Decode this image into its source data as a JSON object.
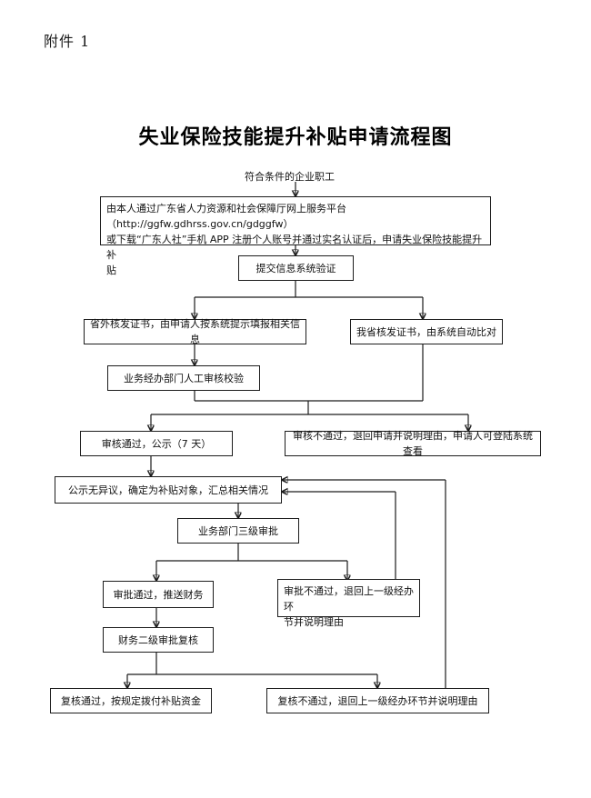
{
  "document": {
    "attachment_label": "附件 1",
    "title": "失业保险技能提升补贴申请流程图"
  },
  "flow": {
    "start_text": "符合条件的企业职工",
    "nodes": {
      "apply": {
        "line1": "由本人通过广东省人力资源和社会保障厅网上服务平台（http://ggfw.gdhrss.gov.cn/gdggfw）",
        "line2": "或下载“广东人社”手机 APP 注册个人账号并通过实名认证后，申请失业保险技能提升补",
        "line3": "贴"
      },
      "submit_verify": "提交信息系统验证",
      "out_province": "省外核发证书，由申请人按系统提示填报相关信息",
      "in_province": "我省核发证书，由系统自动比对",
      "manual_check": "业务经办部门人工审核校验",
      "review_pass": "审核通过，公示（7 天）",
      "review_fail": "审核不通过，退回申请并说明理由，申请人可登陆系统查看",
      "public_ok": "公示无异议，确定为补贴对象，汇总相关情况",
      "three_level": "业务部门三级审批",
      "approve_pass": "审批通过，推送财务",
      "approve_fail_line1": "审批不通过，退回上一级经办环",
      "approve_fail_line2": "节并说明理由",
      "finance_review": "财务二级审批复核",
      "recheck_pass": "复核通过，按规定拨付补贴资金",
      "recheck_fail": "复核不通过，退回上一级经办环节并说明理由"
    }
  },
  "colors": {
    "page_background": "#ffffff",
    "line": "#1c1c1c",
    "text": "#111111"
  }
}
